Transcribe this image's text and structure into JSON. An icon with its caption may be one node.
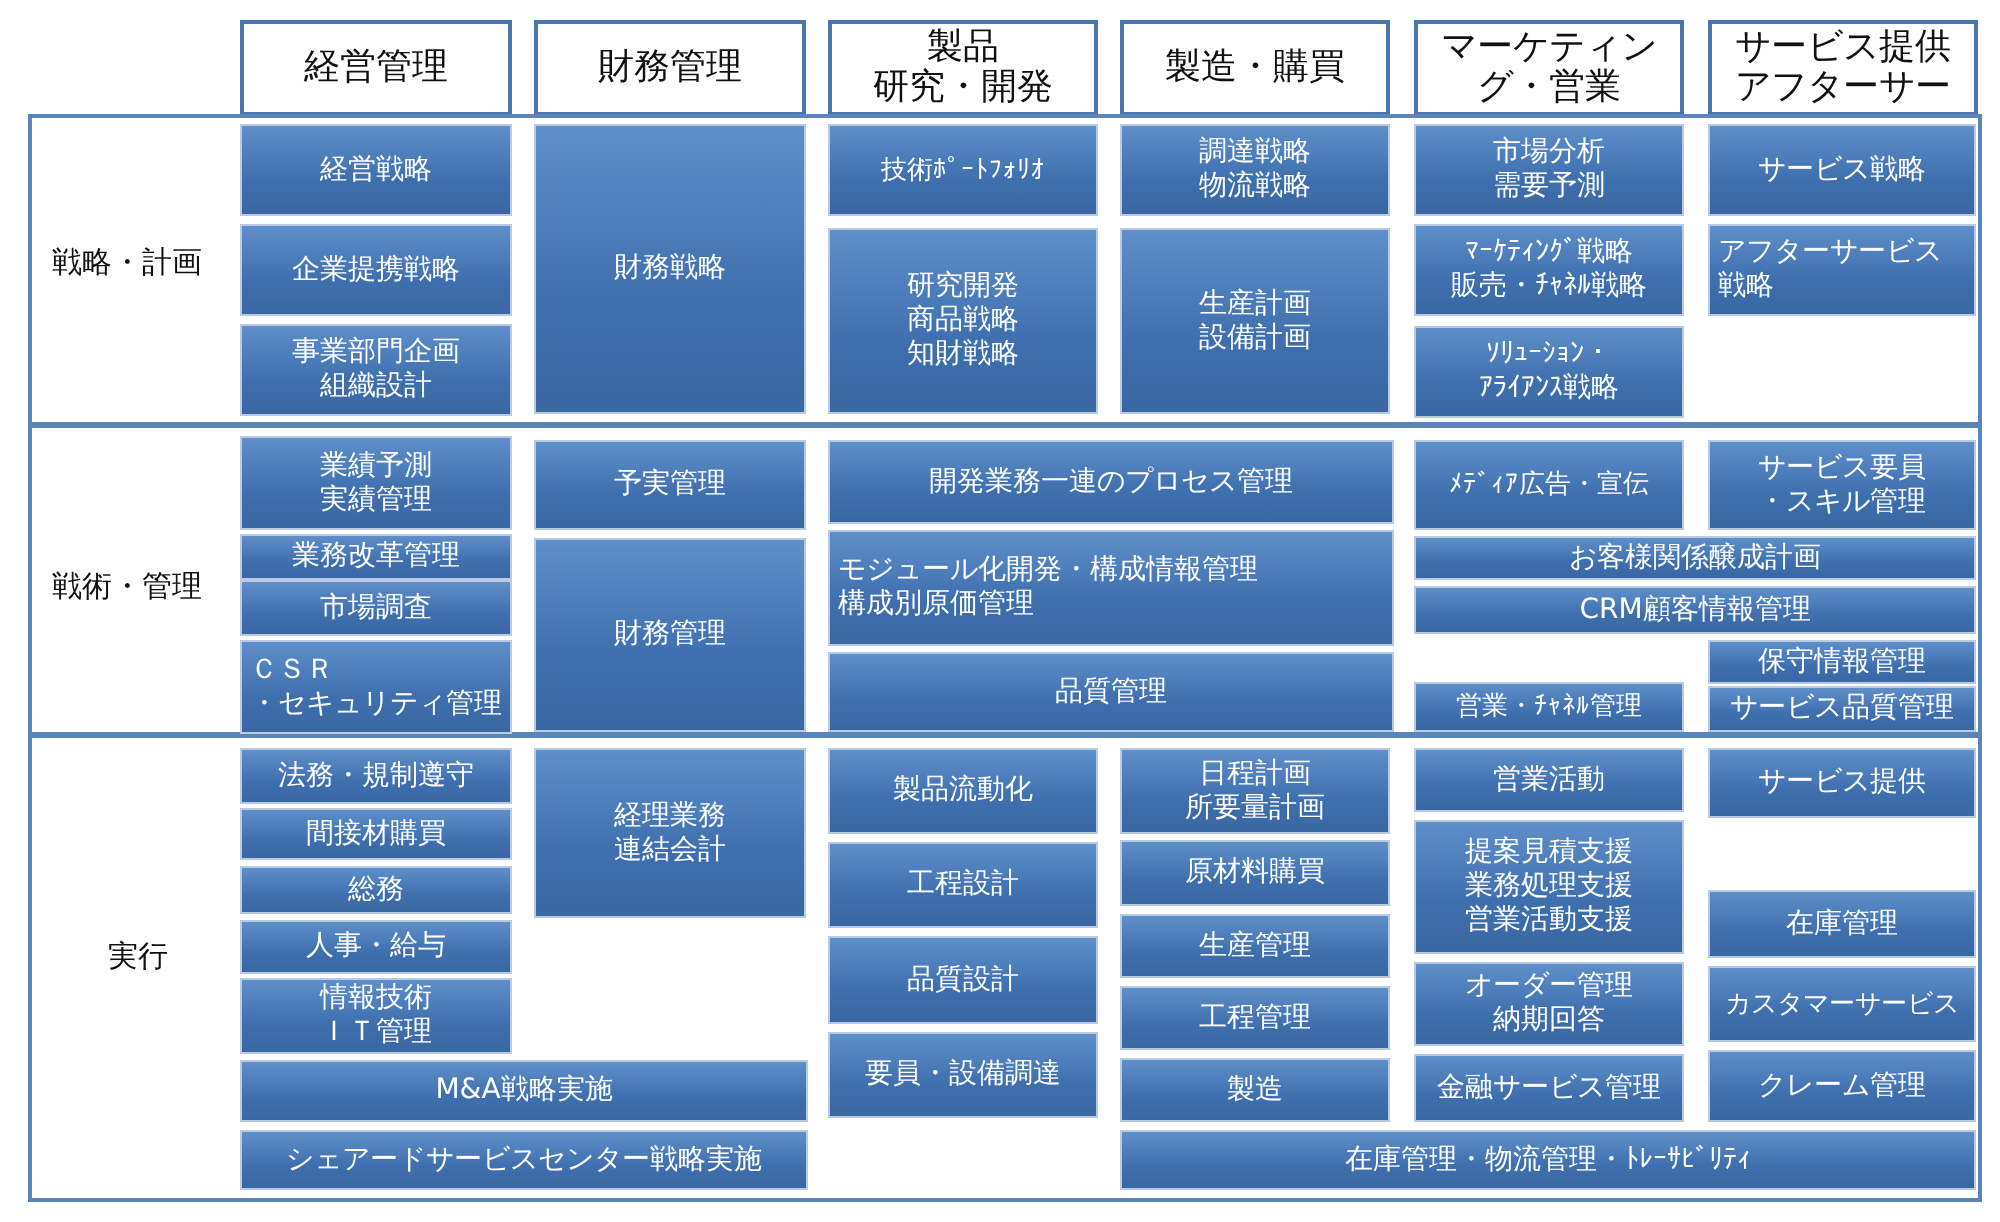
{
  "diagram": {
    "nodes": [
      {
        "text": [
          "経営管理"
        ]
      },
      {
        "text": [
          "財務管理"
        ]
      },
      {
        "text": [
          "製品研究・開発"
        ]
      },
      {
        "text": [
          "製造・購買"
        ]
      },
      {
        "text": [
          "マーケティング・営業"
        ]
      },
      {
        "text": [
          "サービス提供アフターサー"
        ]
      },
      {
        "text": [
          "戦略・計画"
        ]
      },
      {
        "text": [
          "経営戦略"
        ],
        "in": 6
      },
      {
        "text": [
          "企業提携戦略"
        ],
        "in": 6
      },
      {
        "text": [
          "事業部門企画組織設計"
        ],
        "in": 6
      },
      {
        "text": [
          "財務戦略"
        ],
        "in": 6
      },
      {
        "text": [
          "技術ﾎﾟｰﾄﾌｫﾘｵ"
        ],
        "in": 6
      },
      {
        "text": [
          "研究開発商品戦略知財戦略"
        ],
        "in": 6
      },
      {
        "text": [
          "調達戦略物流戦略"
        ],
        "in": 6
      },
      {
        "text": [
          "生産計画設備計画"
        ],
        "in": 6
      },
      {
        "text": [
          "市場分析需要予測"
        ],
        "in": 6
      },
      {
        "text": [
          "ﾏｰｹﾃｨﾝｸﾞ戦略販売・ﾁｬﾈﾙ戦略"
        ],
        "in": 6
      },
      {
        "text": [
          "ｿﾘｭｰｼｮﾝ・ｱﾗｲｱﾝｽ戦略"
        ],
        "in": 6
      },
      {
        "text": [
          "サービス戦略"
        ],
        "in": 6
      },
      {
        "text": [
          "アフターサービス戦略"
        ],
        "in": 6
      },
      {
        "text": [
          "戦術・管理"
        ]
      },
      {
        "text": [
          "業績予測実績管理"
        ],
        "in": 20
      },
      {
        "text": [
          "業務改革管理"
        ],
        "in": 20
      },
      {
        "text": [
          "市場調査"
        ],
        "in": 20
      },
      {
        "text": [
          "ＣＳＲ・セキュリティ管理"
        ],
        "in": 20
      },
      {
        "text": [
          "予実管理"
        ],
        "in": 20
      },
      {
        "text": [
          "財務管理"
        ],
        "in": 20
      },
      {
        "text": [
          "開発業務一連のプロセス管理"
        ],
        "in": 20
      },
      {
        "text": [
          "モジュール化開発・構成情報管理構成別原価管理"
        ],
        "in": 20
      },
      {
        "text": [
          "品質管理"
        ],
        "in": 20
      },
      {
        "text": [
          "ﾒﾃﾞｨｱ広告・宣伝"
        ],
        "in": 20
      },
      {
        "text": [
          "サービス要員・スキル管理"
        ],
        "in": 20
      },
      {
        "text": [
          "お客様関係醸成計画"
        ],
        "in": 20
      },
      {
        "text": [
          "CRM顧客情報管理"
        ],
        "in": 20
      },
      {
        "text": [
          "保守情報管理"
        ],
        "in": 20
      },
      {
        "text": [
          "営業・ﾁｬﾈﾙ管理"
        ],
        "in": 20
      },
      {
        "text": [
          "サービス品質管理"
        ],
        "in": 20
      },
      {
        "text": [
          "実行"
        ]
      },
      {
        "text": [
          "法務・規制遵守"
        ],
        "in": 37
      },
      {
        "text": [
          "間接材購買"
        ],
        "in": 37
      },
      {
        "text": [
          "総務"
        ],
        "in": 37
      },
      {
        "text": [
          "人事・給与"
        ],
        "in": 37
      },
      {
        "text": [
          "情報技術ＩＴ管理"
        ],
        "in": 37
      },
      {
        "text": [
          "M&A戦略実施"
        ],
        "in": 37
      },
      {
        "text": [
          "シェアードサービスセンター戦略実施"
        ],
        "in": 37
      },
      {
        "text": [
          "経理業務連結会計"
        ],
        "in": 37
      },
      {
        "text": [
          "製品流動化"
        ],
        "in": 37
      },
      {
        "text": [
          "工程設計"
        ],
        "in": 37
      },
      {
        "text": [
          "品質設計"
        ],
        "in": 37
      },
      {
        "text": [
          "要員・設備調達"
        ],
        "in": 37
      },
      {
        "text": [
          "日程計画所要量計画"
        ],
        "in": 37
      },
      {
        "text": [
          "原材料購買"
        ],
        "in": 37
      },
      {
        "text": [
          "生産管理"
        ],
        "in": 37
      },
      {
        "text": [
          "工程管理"
        ],
        "in": 37
      },
      {
        "text": [
          "製造"
        ],
        "in": 37
      },
      {
        "text": [
          "在庫管理・物流管理・ﾄﾚｰｻﾋﾞﾘﾃｨ"
        ],
        "in": 37
      },
      {
        "text": [
          "営業活動"
        ],
        "in": 37
      },
      {
        "text": [
          "提案見積支援業務処理支援営業活動支援"
        ],
        "in": 37
      },
      {
        "text": [
          "オーダー管理納期回答"
        ],
        "in": 37
      },
      {
        "text": [
          "金融サービス管理"
        ],
        "in": 37
      },
      {
        "text": [
          "サービス提供"
        ],
        "in": 37
      },
      {
        "text": [
          "在庫管理"
        ],
        "in": 37
      },
      {
        "text": [
          "カスタマーサービス"
        ],
        "in": 37
      },
      {
        "text": [
          "クレーム管理"
        ],
        "in": 37
      }
    ]
  }
}
